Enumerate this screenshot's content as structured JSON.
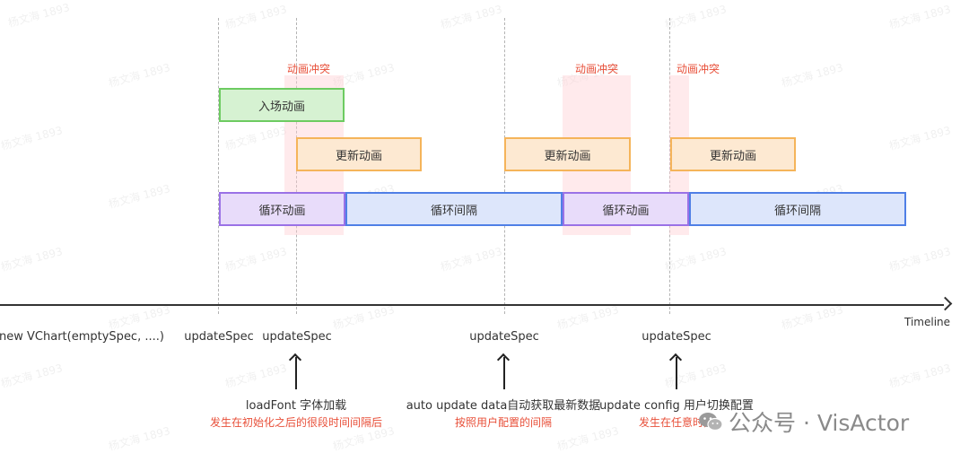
{
  "conflicts": [
    {
      "label": "动画冲突"
    },
    {
      "label": "动画冲突"
    },
    {
      "label": "动画冲突"
    }
  ],
  "bars": {
    "enter": "入场动画",
    "update_1": "更新动画",
    "update_2": "更新动画",
    "update_3": "更新动画",
    "loop_1": "循环动画",
    "interval_1": "循环间隔",
    "loop_2": "循环动画",
    "interval_2": "循环间隔"
  },
  "axis": {
    "label": "Timeline"
  },
  "events": [
    "new VChart(emptySpec, ....)",
    "updateSpec",
    "updateSpec",
    "updateSpec",
    "updateSpec"
  ],
  "notes": [
    {
      "title": "loadFont 字体加载",
      "sub": "发生在初始化之后的很段时间间隔后"
    },
    {
      "title": "auto update data自动获取最新数据",
      "sub": "按照用户配置的间隔"
    },
    {
      "title": "update config 用户切换配置",
      "sub": "发生在任意时刻"
    }
  ],
  "watermark": "杨文海 1893",
  "brand": {
    "name": "公众号 · VisActor",
    "icon": "wechat-icon"
  },
  "colors": {
    "conflict_text": "#e8503a",
    "enter": "#6dcb61",
    "update": "#f5b45a",
    "loop": "#9a72e6",
    "interval": "#4f7fe6"
  }
}
